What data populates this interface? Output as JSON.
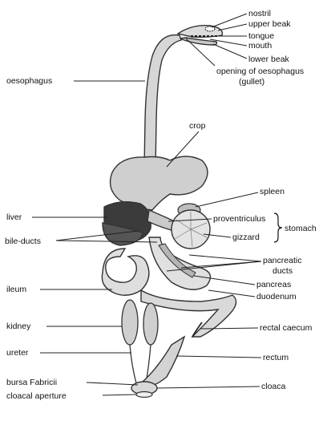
{
  "labels": {
    "nostril": "nostril",
    "upper_beak": "upper beak",
    "tongue": "tongue",
    "mouth": "mouth",
    "lower_beak": "lower beak",
    "gullet_opening_1": "opening of oesophagus",
    "gullet_opening_2": "(gullet)",
    "oesophagus": "oesophagus",
    "crop": "crop",
    "spleen": "spleen",
    "liver": "liver",
    "proventriculus": "proventriculus",
    "stomach": "stomach",
    "gizzard": "gizzard",
    "bile_ducts": "bile-ducts",
    "pancreatic_ducts_1": "pancreatic",
    "pancreatic_ducts_2": "ducts",
    "pancreas": "pancreas",
    "ileum": "ileum",
    "duodenum": "duodenum",
    "kidney": "kidney",
    "rectal_caecum": "rectal caecum",
    "ureter": "ureter",
    "rectum": "rectum",
    "bursa_fabricii": "bursa Fabricii",
    "cloaca": "cloaca",
    "cloacal_aperture": "cloacal aperture"
  }
}
